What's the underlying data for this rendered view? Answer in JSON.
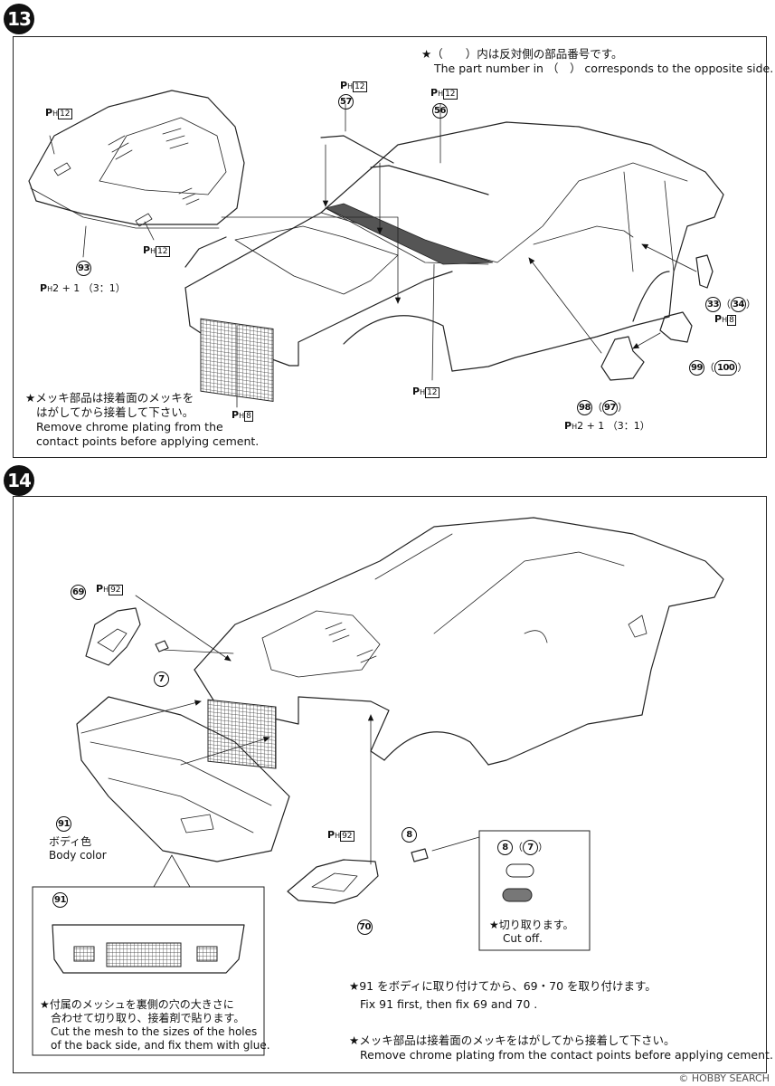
{
  "step13": {
    "number": "13",
    "note_opposite_jp": "★（　　）内は反対側の部品番号です。",
    "note_opposite_en": "The part number in （　） corresponds to the opposite side.",
    "chrome_note_jp_1": "★メッキ部品は接着面のメッキを",
    "chrome_note_jp_2": "はがしてから接着して下さい。",
    "chrome_note_en_1": "Remove chrome plating from the",
    "chrome_note_en_2": "contact points before applying cement.",
    "paint_ph12": "12",
    "paint_ph8": "8",
    "mix_ratio": "2 + 1 （3：1）",
    "parts": {
      "hood": "93",
      "wiper_left": "57",
      "wiper_right": "56",
      "vent": "33",
      "vent_opp": "34",
      "mirror_cover": "99",
      "mirror_cover_opp": "100",
      "mirror_base": "98",
      "mirror_base_opp": "97"
    }
  },
  "step14": {
    "number": "14",
    "body_color_jp": "ボディ色",
    "body_color_en": "Body color",
    "cutoff_jp": "★切り取ります。",
    "cutoff_en": "Cut off.",
    "fix_note_jp": "★91 をボディに取り付けてから、69・70 を取り付けます。",
    "fix_note_en": "Fix 91 first, then fix 69 and 70 .",
    "chrome_note_jp": "★メッキ部品は接着面のメッキをはがしてから接着して下さい。",
    "chrome_note_en": "Remove chrome plating from the contact points before applying cement.",
    "mesh_note_jp_1": "★付属のメッシュを裏側の穴の大きさに",
    "mesh_note_jp_2": "合わせて切り取り、接着剤で貼ります。",
    "mesh_note_en_1": "Cut the mesh to the sizes of the holes",
    "mesh_note_en_2": "of the back side, and fix them with glue.",
    "paint_ph92": "92",
    "parts": {
      "headlight_left": "69",
      "pin_left": "7",
      "bumper": "91",
      "headlight_right": "70",
      "pin_right": "8",
      "pin_detail": "8",
      "pin_detail_opp": "7"
    }
  },
  "watermark": "© HOBBY SEARCH"
}
